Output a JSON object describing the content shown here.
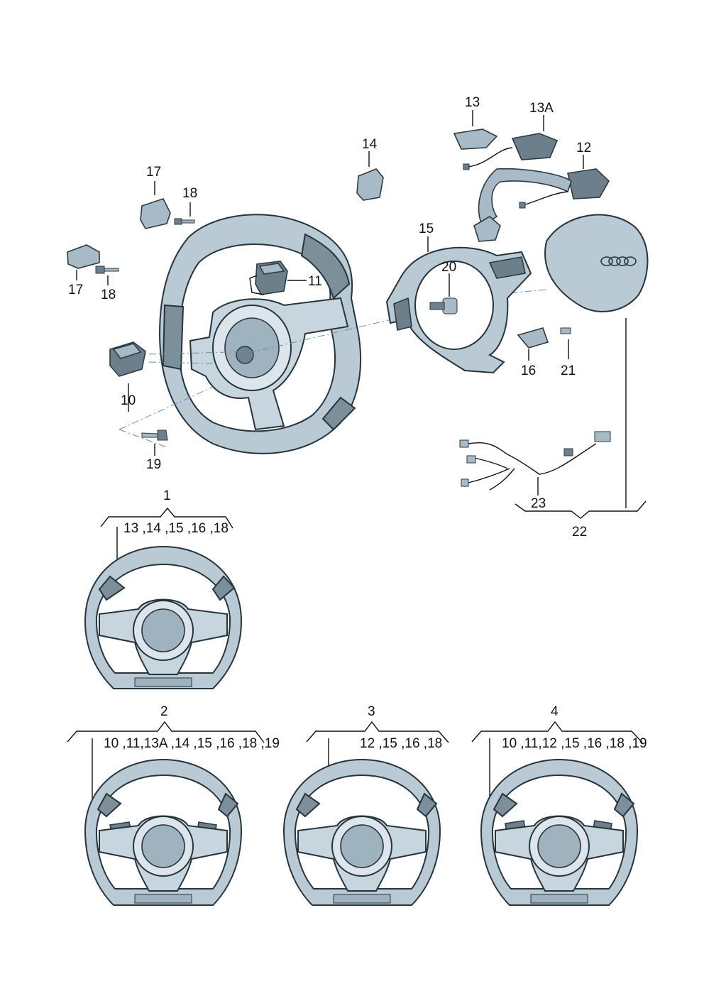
{
  "labels": {
    "p10": "10",
    "p11": "11",
    "p12": "12",
    "p13": "13",
    "p13a": "13A",
    "p14": "14",
    "p15": "15",
    "p16": "16",
    "p17a": "17",
    "p17b": "17",
    "p18a": "18",
    "p18b": "18",
    "p19": "19",
    "p20": "20",
    "p21": "21",
    "p22": "22",
    "p23": "23"
  },
  "variants": [
    {
      "number": "1",
      "parts": "13 ,14 ,15 ,16 ,18"
    },
    {
      "number": "2",
      "parts": "10 ,11,13A ,14 ,15 ,16 ,18 ,19"
    },
    {
      "number": "3",
      "parts": "12 ,15 ,16 ,18"
    },
    {
      "number": "4",
      "parts": "10 ,11,12 ,15 ,16 ,18 ,19"
    }
  ]
}
